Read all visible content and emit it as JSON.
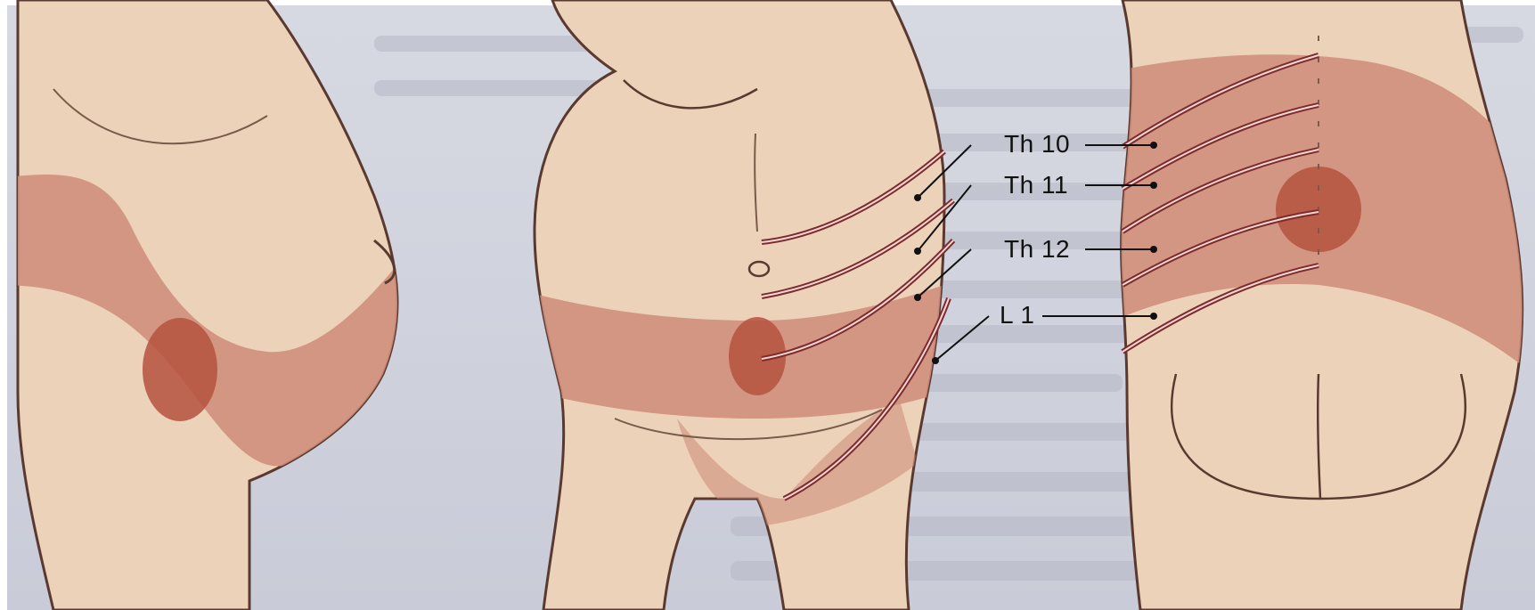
{
  "labels": {
    "th10": "Th 10",
    "th11": "Th 11",
    "th12": "Th 12",
    "l1": "L 1"
  },
  "colors": {
    "background_page": "#d9dbe3",
    "skin": "#ecd2b8",
    "pain_zone": "#cf8f7c",
    "pain_focus": "#b5523e",
    "outline": "#5a3a30",
    "dermatome_line": "#7d2b2f",
    "label_text": "#111111"
  }
}
